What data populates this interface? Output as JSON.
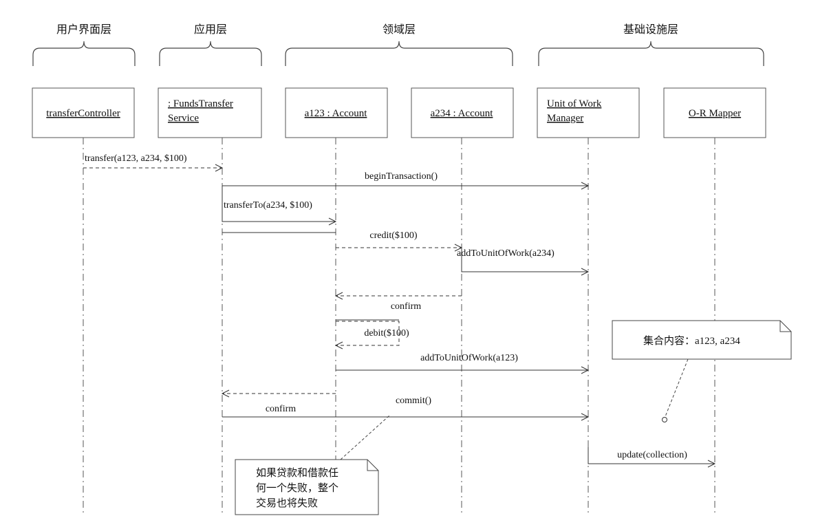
{
  "layers": [
    {
      "id": "ui",
      "label": "用户界面层"
    },
    {
      "id": "app",
      "label": "应用层"
    },
    {
      "id": "domain",
      "label": "领域层"
    },
    {
      "id": "infra",
      "label": "基础设施层"
    }
  ],
  "objects": [
    {
      "id": "controller",
      "lines": [
        "transferController"
      ]
    },
    {
      "id": "service",
      "lines": [
        ": FundsTransfer",
        "Service"
      ]
    },
    {
      "id": "a123",
      "lines": [
        "a123 : Account"
      ]
    },
    {
      "id": "a234",
      "lines": [
        "a234 : Account"
      ]
    },
    {
      "id": "uow",
      "lines": [
        "Unit of Work",
        "Manager"
      ]
    },
    {
      "id": "mapper",
      "lines": [
        "O-R Mapper"
      ]
    }
  ],
  "messages": [
    {
      "id": "m1",
      "label": "transfer(a123, a234, $100)",
      "from": "controller",
      "to": "service",
      "dashed": true
    },
    {
      "id": "m2",
      "label": "beginTransaction()",
      "from": "service",
      "to": "uow",
      "dashed": false
    },
    {
      "id": "m3",
      "label": "transferTo(a234, $100)",
      "from": "service",
      "to": "a123",
      "dashed": false
    },
    {
      "id": "m4",
      "label": "credit($100)",
      "from": "a123",
      "to": "a234",
      "dashed": true
    },
    {
      "id": "m5",
      "label": "addToUnitOfWork(a234)",
      "from": "a234",
      "to": "uow",
      "dashed": false
    },
    {
      "id": "m6",
      "label": "",
      "from": "a234",
      "to": "a123",
      "dashed": true
    },
    {
      "id": "m7",
      "label": "confirm",
      "from": "a123",
      "to": "a123",
      "self": true
    },
    {
      "id": "m8",
      "label": "debit($100)",
      "from": "a123",
      "to": "a123",
      "self": true,
      "dashed": true
    },
    {
      "id": "m9",
      "label": "addToUnitOfWork(a123)",
      "from": "a123",
      "to": "uow",
      "dashed": false
    },
    {
      "id": "m10",
      "label": "",
      "from": "a123",
      "to": "service",
      "dashed": true
    },
    {
      "id": "m11",
      "label": "confirm",
      "from": "service",
      "to": "uow",
      "dashed": false
    },
    {
      "id": "m12",
      "label": "commit()",
      "from": "service",
      "to": "uow",
      "dashed": false
    },
    {
      "id": "m13",
      "label": "update(collection)",
      "from": "uow",
      "to": "mapper",
      "dashed": false
    }
  ],
  "notes": [
    {
      "id": "note-collection",
      "lines": [
        "集合内容：a123, a234"
      ]
    },
    {
      "id": "note-failure",
      "lines": [
        "如果贷款和借款任",
        "何一个失败，整个",
        "交易也将失败"
      ]
    }
  ]
}
